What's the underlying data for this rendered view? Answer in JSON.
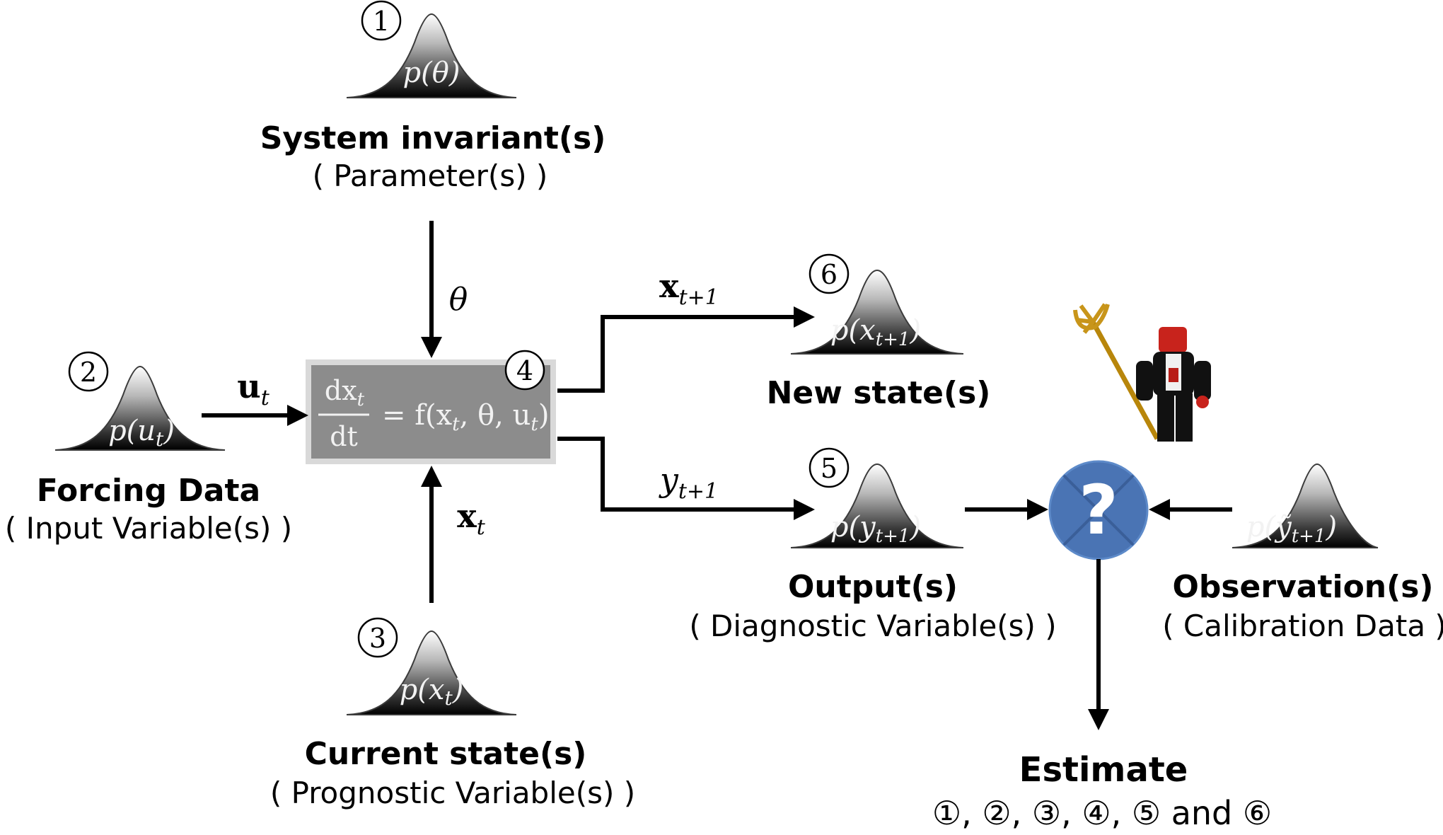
{
  "nodes": {
    "parameter": {
      "number": "1",
      "label": "p(θ)",
      "title": "System invariant(s)",
      "subtitle": "( Parameter(s) )"
    },
    "forcing": {
      "number": "2",
      "label": "p(u",
      "label_sub": "t",
      "title": "Forcing Data",
      "subtitle": "( Input Variable(s) )"
    },
    "current_state": {
      "number": "3",
      "label": "p(x",
      "label_sub": "t",
      "title": "Current state(s)",
      "subtitle": "( Prognostic Variable(s) )"
    },
    "model": {
      "number": "4",
      "numerator": "dx",
      "numerator_sub": "t",
      "denominator": "dt",
      "rhs": "= f(x",
      "rhs_args": ", θ, u"
    },
    "output": {
      "number": "5",
      "label": "p(y",
      "label_sub": "t+1",
      "title": "Output(s)",
      "subtitle": "( Diagnostic Variable(s) )"
    },
    "new_state": {
      "number": "6",
      "label": "p(x",
      "label_sub": "t+1",
      "title": "New state(s)"
    },
    "observation": {
      "label": "p(ỹ",
      "label_sub": "t+1",
      "title": "Observation(s)",
      "subtitle": "( Calibration Data )"
    }
  },
  "edges": {
    "theta": "θ",
    "input": {
      "main": "u",
      "sub": "t"
    },
    "state": {
      "main": "x",
      "sub": "t"
    },
    "new_state": {
      "main": "x",
      "sub": "t+1"
    },
    "output": {
      "main": "y",
      "sub": "t+1"
    }
  },
  "comparator": {
    "symbol": "?",
    "color": "#4a74b4"
  },
  "estimate": {
    "title": "Estimate",
    "items": "①, ②, ③, ④, ⑤ and ⑥"
  },
  "colors": {
    "box": "#8c8c8c",
    "box_border": "#d9d9d9",
    "text_on_dark": "#f2f2f2"
  }
}
